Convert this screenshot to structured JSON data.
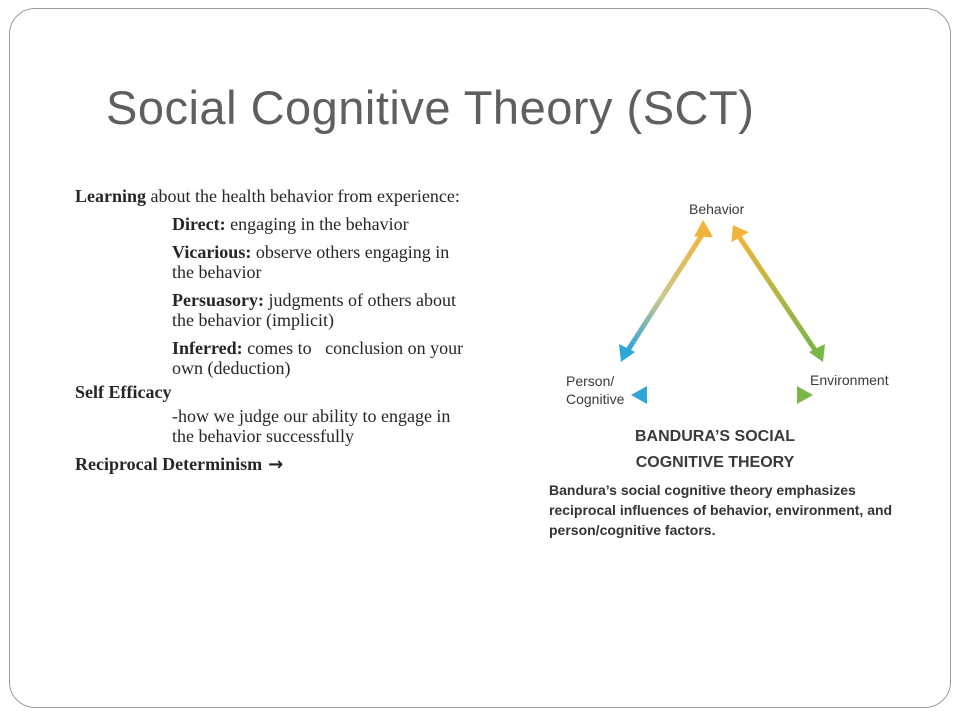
{
  "slide": {
    "title": "Social Cognitive Theory (SCT)"
  },
  "content": {
    "learning": {
      "term": "Learning",
      "text": " about the health behavior from experience:"
    },
    "direct": {
      "term": "Direct:",
      "text": " engaging in the behavior"
    },
    "vicarious": {
      "term": "Vicarious:",
      "text": " observe others engaging in the behavior"
    },
    "persuasory": {
      "term": "Persuasory:",
      "text": " judgments of others about the behavior (implicit)"
    },
    "inferred": {
      "term": "Inferred:",
      "text": " comes to   conclusion on your own (deduction)"
    },
    "self_efficacy": {
      "term": "Self Efficacy"
    },
    "self_efficacy_desc": {
      "text": "-how we judge our ability to engage in the behavior successfully"
    },
    "reciprocal": {
      "term": "Reciprocal Determinism",
      "arrow": "→"
    }
  },
  "figure": {
    "behavior_label": "Behavior",
    "person_label_line1": "Person/",
    "person_label_line2": "Cognitive",
    "environment_label": "Environment",
    "heading_line1": "BANDURA’S SOCIAL",
    "heading_line2": "COGNITIVE THEORY",
    "caption": "Bandura’s social cognitive theory emphasizes reciprocal influences of behavior, environment, and person/cognitive factors.",
    "colors": {
      "orange": "#f2b33d",
      "blue": "#2ea6d8",
      "green": "#7ab648"
    }
  }
}
